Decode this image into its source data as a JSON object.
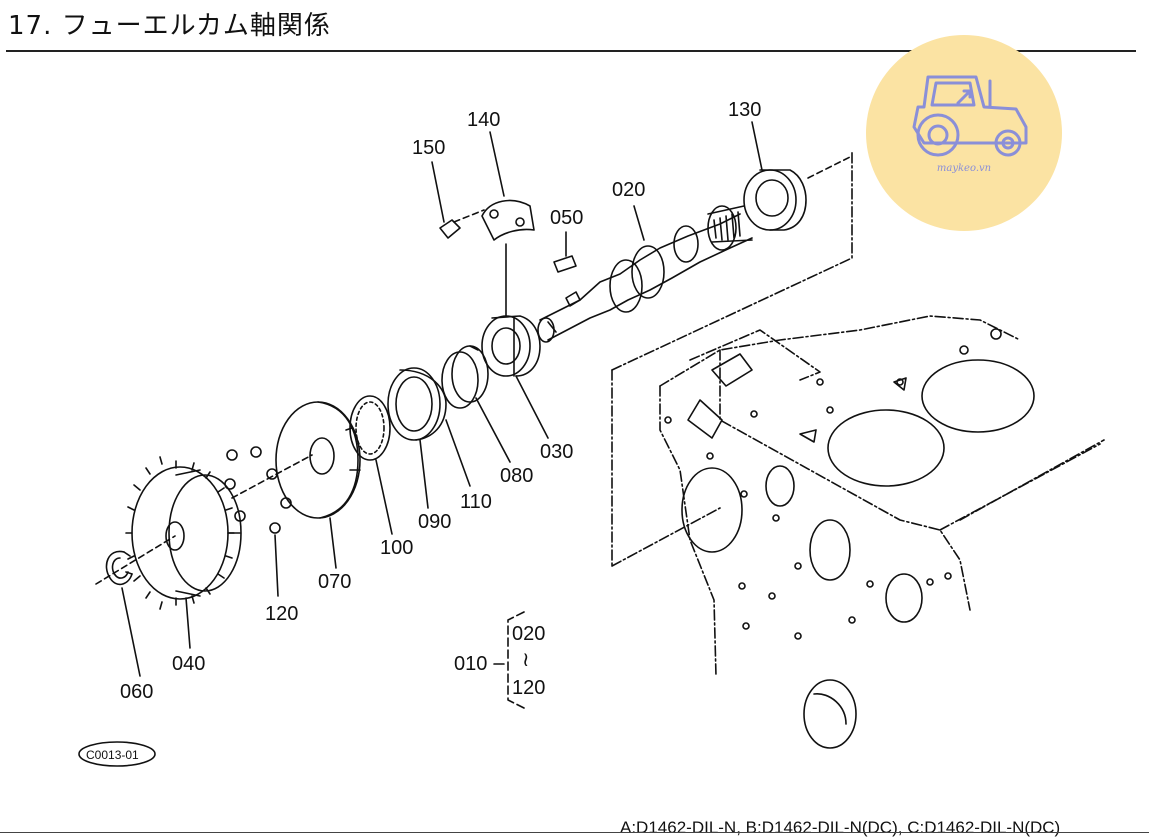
{
  "header": {
    "title": "17. フューエルカム軸関係"
  },
  "parts": {
    "p010": "010",
    "p020": "020",
    "p030": "030",
    "p040": "040",
    "p050": "050",
    "p060": "060",
    "p070": "070",
    "p080": "080",
    "p090": "090",
    "p100": "100",
    "p110": "110",
    "p120": "120",
    "p130": "130",
    "p140": "140",
    "p150": "150"
  },
  "assembly": {
    "parent": "010",
    "from": "020",
    "to": "120",
    "range_mark": "≀"
  },
  "figure_code": "C0013-01",
  "models_note": "A:D1462-DIL-N,  B:D1462-DIL-N(DC),  C:D1462-DIL-N(DC)",
  "watermark": {
    "text": "maykeo.vn",
    "color": "#fbe3a3"
  }
}
